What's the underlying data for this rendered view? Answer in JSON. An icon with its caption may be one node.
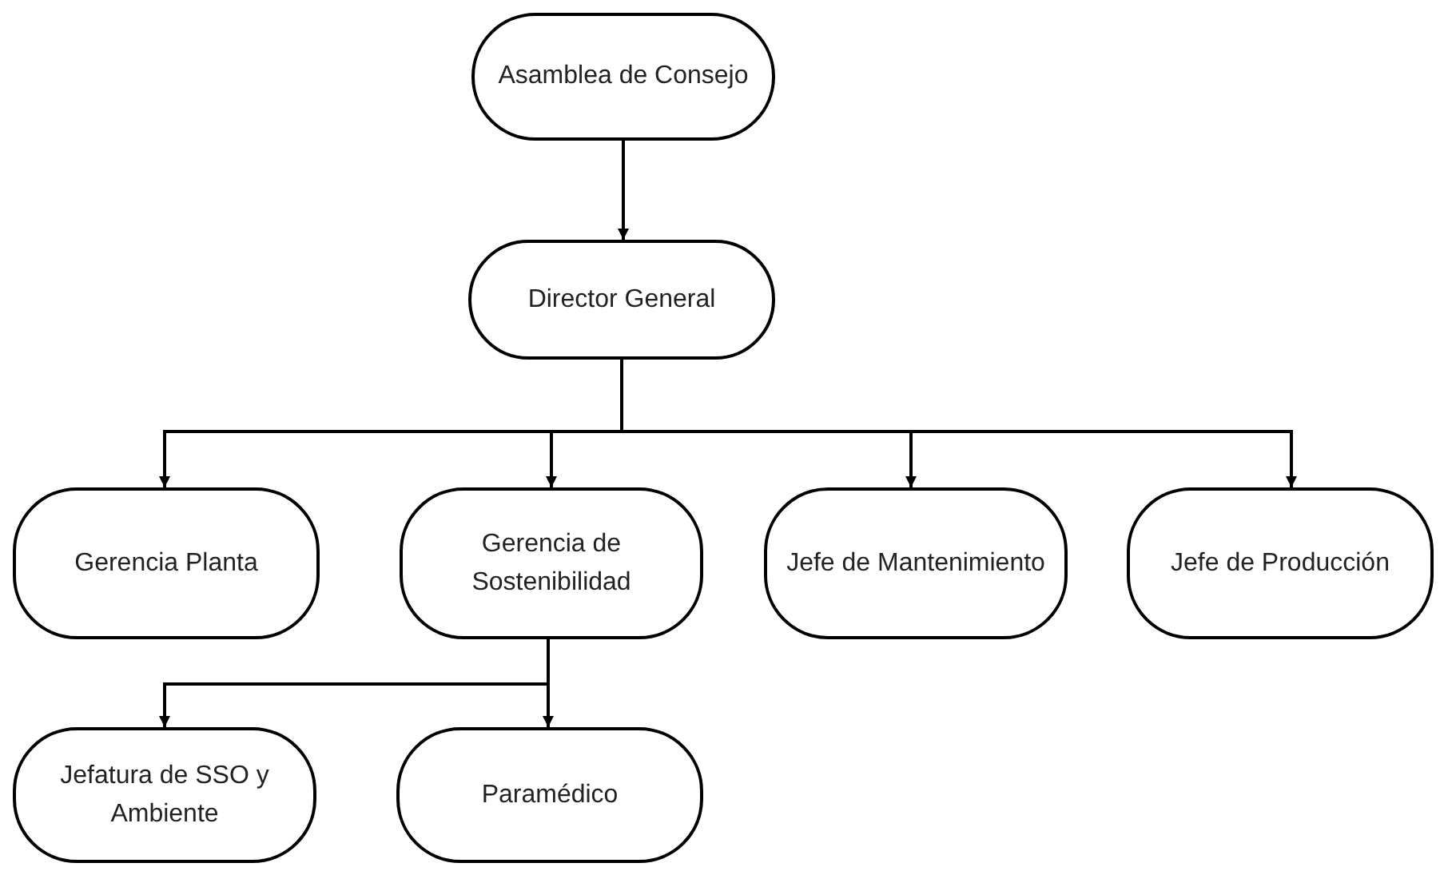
{
  "diagram": {
    "nodes": [
      {
        "text": [
          "Asamblea de Consejo"
        ]
      },
      {
        "text": [
          "Director General"
        ]
      },
      {
        "text": [
          "Gerencia Planta"
        ]
      },
      {
        "text": [
          "Gerencia de Sostenibilidad"
        ]
      },
      {
        "text": [
          "Jefe de Mantenimiento"
        ]
      },
      {
        "text": [
          "Jefe de Producción"
        ]
      },
      {
        "text": [
          "Jefatura de SSO y Ambiente"
        ]
      },
      {
        "text": [
          "Paramédico"
        ]
      }
    ],
    "edges": [
      {
        "from": 0,
        "to": 1,
        "arrow": "to"
      },
      {
        "from": 1,
        "to": 2,
        "arrow": "to"
      },
      {
        "from": 1,
        "to": 3,
        "arrow": "to"
      },
      {
        "from": 1,
        "to": 4,
        "arrow": "to"
      },
      {
        "from": 1,
        "to": 5,
        "arrow": "to"
      },
      {
        "from": 3,
        "to": 6,
        "arrow": "to"
      },
      {
        "from": 3,
        "to": 7,
        "arrow": "to"
      }
    ]
  }
}
